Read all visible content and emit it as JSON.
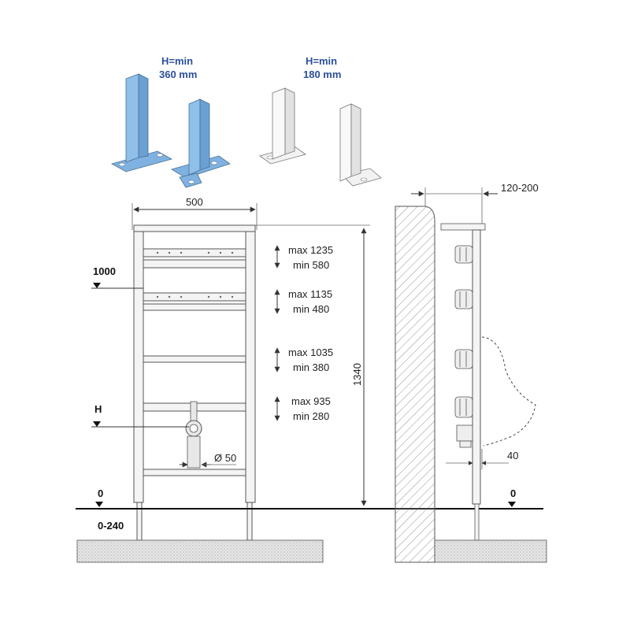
{
  "brackets": {
    "tall": {
      "label_h": "H=min",
      "label_mm": "360 mm",
      "color": "#7fb2e0"
    },
    "short": {
      "label_h": "H=min",
      "label_mm": "180 mm",
      "color": "#f2f2f2"
    }
  },
  "frame": {
    "width_label": "500",
    "height_label": "1340",
    "pipe_label": "Ø 50",
    "mark_1000": "1000",
    "mark_h": "H",
    "mark_0": "0",
    "foot_range": "0-240"
  },
  "adjustments": [
    {
      "max": "max 1235",
      "min": "min 580"
    },
    {
      "max": "max 1135",
      "min": "min 480"
    },
    {
      "max": "max 1035",
      "min": "min 380"
    },
    {
      "max": "max 935",
      "min": "min 280"
    }
  ],
  "side_view": {
    "depth_label": "120-200",
    "offset_label": "40",
    "mark_0": "0"
  },
  "colors": {
    "line": "#333333",
    "bracket_blue": "#7fb2e0",
    "label_blue": "#2b4f9a"
  }
}
